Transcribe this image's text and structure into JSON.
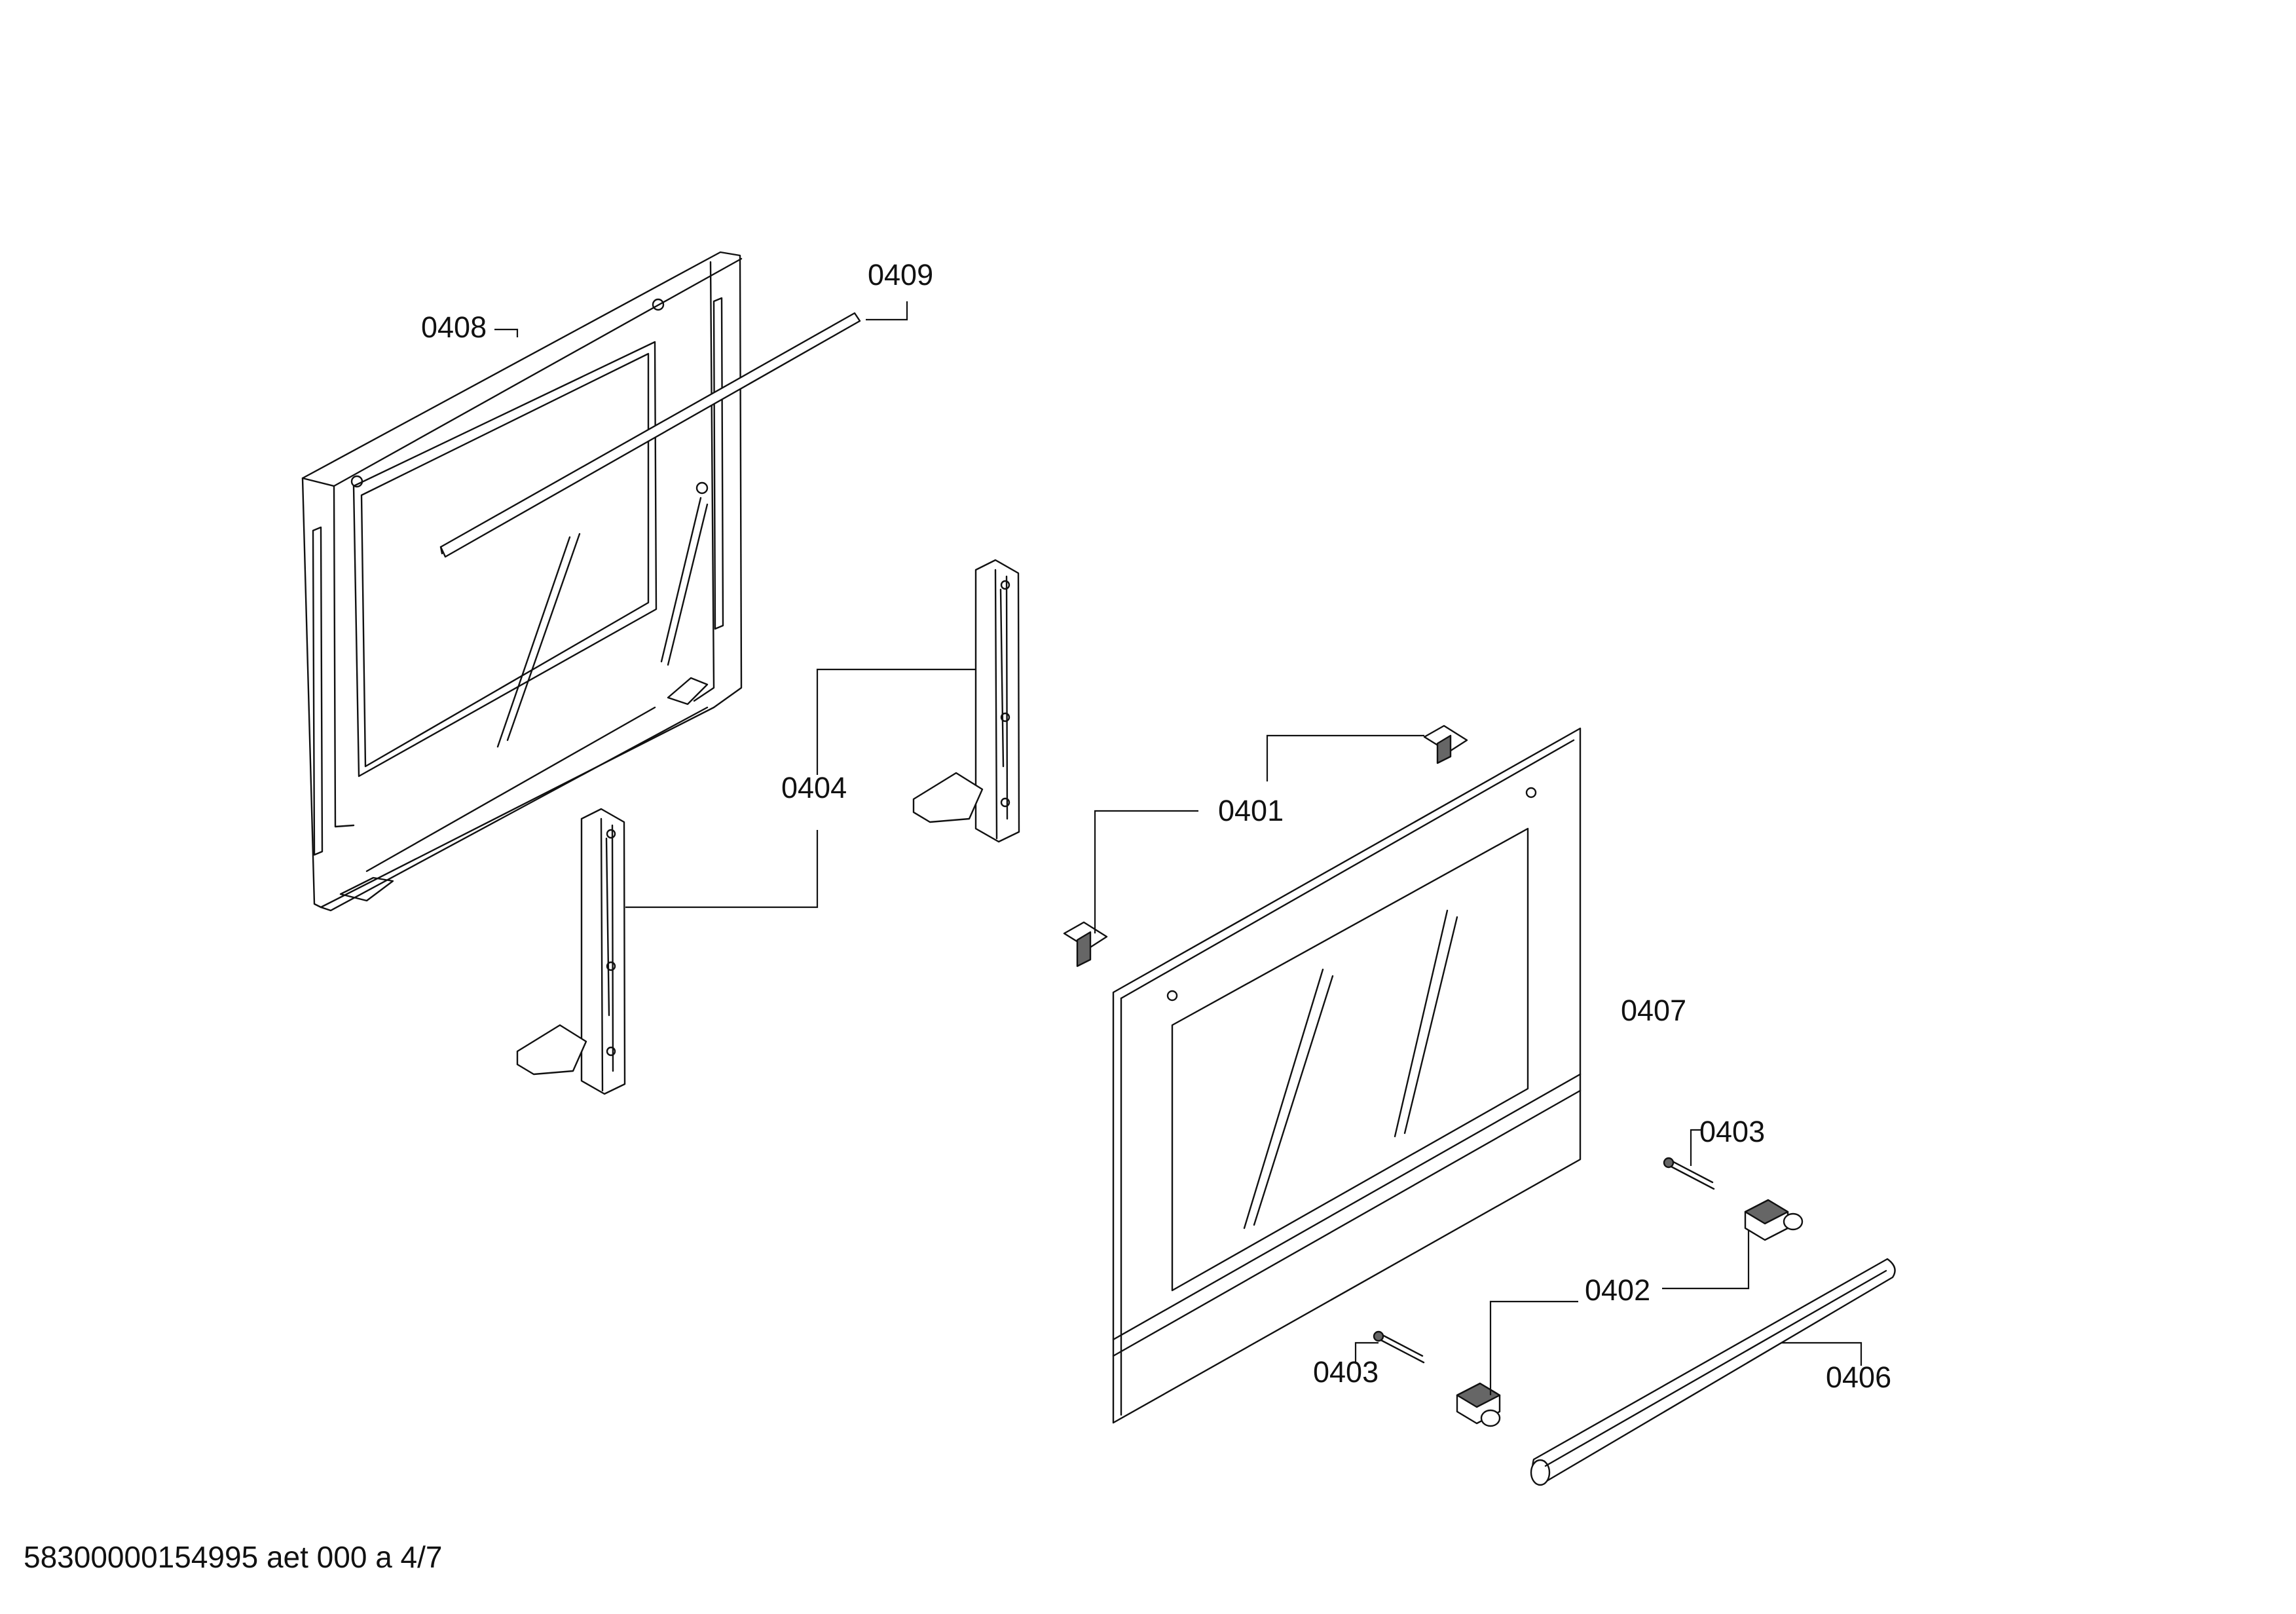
{
  "labels": {
    "p0401": "0401",
    "p0402": "0402",
    "p0403a": "0403",
    "p0403b": "0403",
    "p0404": "0404",
    "p0406": "0406",
    "p0407": "0407",
    "p0408": "0408",
    "p0409": "0409"
  },
  "footer": "58300000154995 aet 000 a 4/7"
}
